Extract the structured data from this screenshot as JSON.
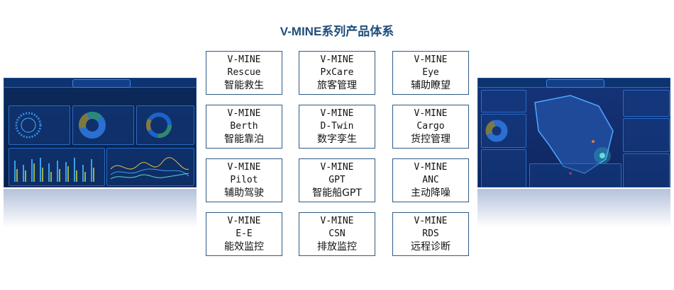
{
  "title": "V-MINE系列产品体系",
  "products": [
    {
      "brand": "V-MINE",
      "name": "Rescue",
      "cn": "智能救生"
    },
    {
      "brand": "V-MINE",
      "name": "PxCare",
      "cn": "旅客管理"
    },
    {
      "brand": "V-MINE",
      "name": "Eye",
      "cn": "辅助瞭望"
    },
    {
      "brand": "V-MINE",
      "name": "Berth",
      "cn": "智能靠泊"
    },
    {
      "brand": "V-MINE",
      "name": "D-Twin",
      "cn": "数字孪生"
    },
    {
      "brand": "V-MINE",
      "name": "Cargo",
      "cn": "货控管理"
    },
    {
      "brand": "V-MINE",
      "name": "Pilot",
      "cn": "辅助驾驶"
    },
    {
      "brand": "V-MINE",
      "name": "GPT",
      "cn": "智能船GPT"
    },
    {
      "brand": "V-MINE",
      "name": "ANC",
      "cn": "主动降噪"
    },
    {
      "brand": "V-MINE",
      "name": "E-E",
      "cn": "能效监控"
    },
    {
      "brand": "V-MINE",
      "name": "CSN",
      "cn": "排放监控"
    },
    {
      "brand": "V-MINE",
      "name": "RDS",
      "cn": "远程诊断"
    }
  ],
  "colors": {
    "title": "#1f4e79",
    "border": "#2e5a85",
    "dashboard_bg": "#0b2a5c"
  }
}
